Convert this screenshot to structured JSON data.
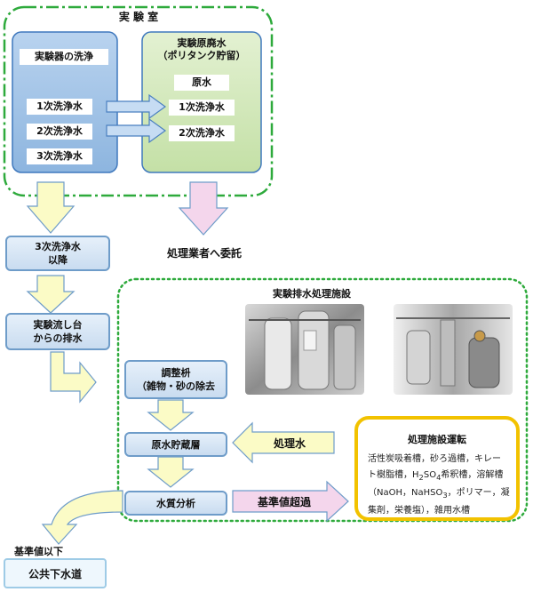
{
  "lab": {
    "title": "実 験 室",
    "washing": {
      "title": "実験器の洗浄",
      "items": [
        "1次洗浄水",
        "2次洗浄水",
        "3次洗浄水"
      ]
    },
    "raw_waste": {
      "title_line1": "実験原廃水",
      "title_line2": "（ポリタンク貯留）",
      "items": [
        "原水",
        "1次洗浄水",
        "2次洗浄水"
      ]
    }
  },
  "flow": {
    "third_wash_line1": "3次洗浄水",
    "third_wash_line2": "以降",
    "sink_line1": "実験流し台",
    "sink_line2": "からの排水",
    "contractor": "処理業者へ委託",
    "below_standard": "基準値以下",
    "public_sewer": "公共下水道"
  },
  "facility": {
    "title": "実験排水処理施設",
    "adjust_line1": "調整枡",
    "adjust_line2": "（雑物・砂の除去",
    "storage": "原水貯蔵層",
    "analysis": "水質分析",
    "treated_water": "処理水",
    "exceeds": "基準値超過",
    "operation": {
      "title": "処理施設運転",
      "line1": "活性炭吸着槽，砂ろ過槽，キレー",
      "line2_a": "ト樹脂槽，H",
      "line2_sub1": "2",
      "line2_b": "SO",
      "line2_sub2": "4",
      "line2_c": "希釈槽，溶解槽",
      "line3_a": "（NaOH，NaHSO",
      "line3_sub": "3",
      "line3_b": "，ポリマー，凝",
      "line4": "集剤，栄養塩），雑用水槽"
    }
  },
  "colors": {
    "lab_border": "#2eaa3c",
    "facility_border": "#2eaa3c",
    "blue_box": "#a9c8ea",
    "green_box": "#cfe6b6",
    "yellow_arrow": "#fbfbc6",
    "pink_arrow": "#f4d6ec",
    "operation_border": "#f2c200"
  }
}
